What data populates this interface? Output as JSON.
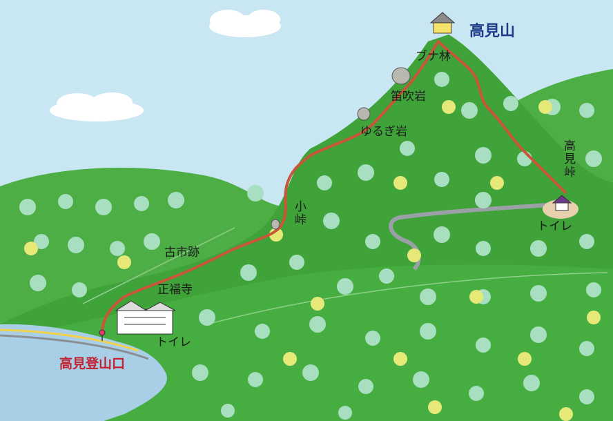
{
  "map": {
    "labels": {
      "summit": "高見山",
      "beech_forest": "ブナ林",
      "fue_rock": "笛吹岩",
      "yurugi_rock": "ゆるぎ岩",
      "takami_pass": "高見峠",
      "toilet_pass": "トイレ",
      "small_pass": "小峠",
      "old_market_ruins": "古市跡",
      "shofukuji": "正福寺",
      "toilet_trailhead": "トイレ",
      "trailhead": "高見登山口"
    },
    "colors": {
      "sky": "#c9e7f2",
      "mountain": "#3fa33a",
      "mountain_dark": "#2f8a2c",
      "trail": "#c9553a",
      "river": "#a9cfe6",
      "road": "#9aa0a6"
    },
    "icons": [
      "summit-hut-icon",
      "rock-icon",
      "toilet-hut-icon",
      "temple-icon",
      "trailhead-marker-icon",
      "tree-icon"
    ]
  }
}
